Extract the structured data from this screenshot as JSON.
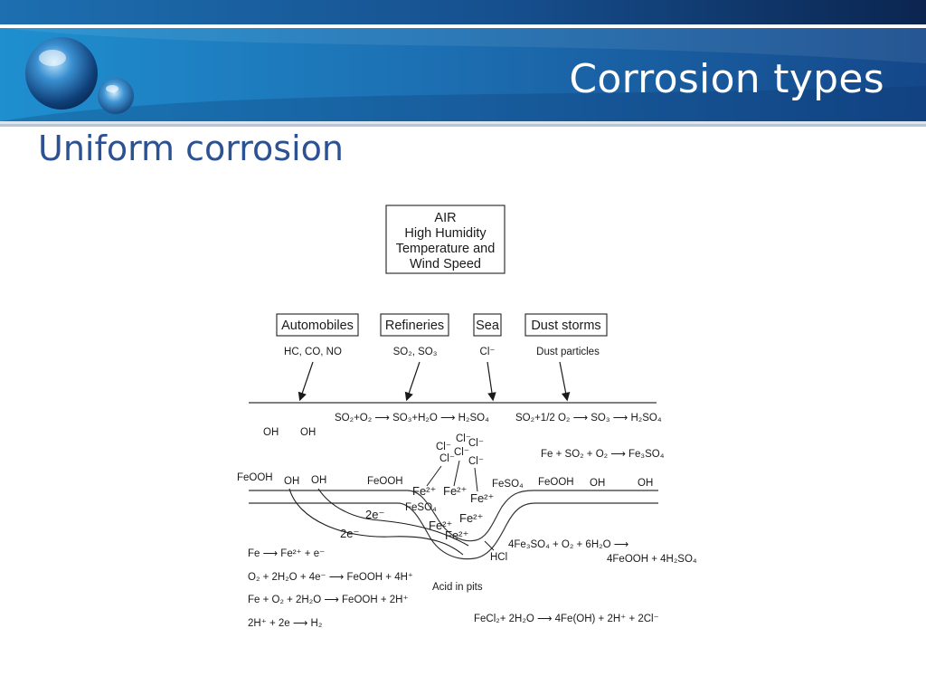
{
  "slide": {
    "title": "Corrosion types",
    "subtitle": "Uniform corrosion",
    "colors": {
      "header_dark": "#0d2c5a",
      "header_blue": "#1c74b3",
      "subtitle": "#2c5293",
      "title_text": "#ffffff"
    },
    "logo_icon": "blue-spheres-logo"
  },
  "diagram": {
    "air_box": [
      "AIR",
      "High Humidity",
      "Temperature and",
      "Wind Speed"
    ],
    "sources": [
      {
        "label": "Automobiles",
        "pollutants": "HC, CO, NO"
      },
      {
        "label": "Refineries",
        "pollutants": "SO₂, SO₃"
      },
      {
        "label": "Sea",
        "pollutants": "Cl⁻"
      },
      {
        "label": "Dust storms",
        "pollutants": "Dust particles"
      }
    ],
    "surface_reactions": {
      "r1": "SO₂+O₂ ⟶ SO₃+H₂O ⟶ H₂SO₄",
      "r2": "SO₂+1/2 O₂ ⟶ SO₃ ⟶ H₂SO₄",
      "r3": "Fe + SO₂ + O₂ ⟶ Fe₃SO₄"
    },
    "species": {
      "oh": "OH",
      "feooh": "FeOOH",
      "cl": "Cl⁻",
      "fe2": "Fe²⁺",
      "feso4": "FeSO₄",
      "e2": "2e⁻",
      "hcl": "HCl"
    },
    "pit_reaction": {
      "line1": "4Fe₃SO₄ + O₂ + 6H₂O ⟶",
      "line2": "4FeOOH + 4H₂SO₄"
    },
    "acid_label": "Acid in pits",
    "equations": {
      "e1": "Fe ⟶ Fe²⁺ + e⁻",
      "e2": "O₂ + 2H₂O + 4e⁻ ⟶ FeOOH + 4H⁺",
      "e3": "Fe + O₂ + 2H₂O ⟶ FeOOH + 2H⁺",
      "e4": "2H⁺ + 2e ⟶ H₂",
      "e5": "FeCl₂+ 2H₂O ⟶ 4Fe(OH) + 2H⁺ + 2Cl⁻"
    }
  }
}
